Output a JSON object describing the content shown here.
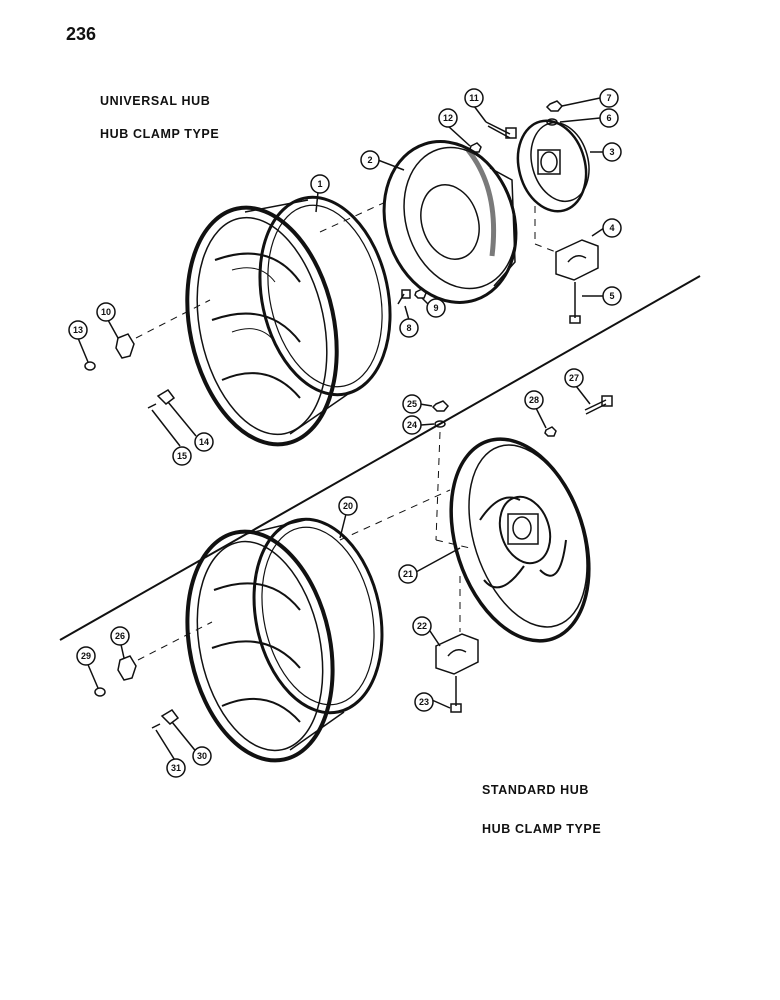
{
  "page_number": "236",
  "universal": {
    "title_line1": "UNIVERSAL HUB",
    "title_line2": "HUB CLAMP TYPE"
  },
  "standard": {
    "title_line1": "STANDARD HUB",
    "title_line2": "HUB CLAMP TYPE"
  },
  "callouts": {
    "c1": "1",
    "c2": "2",
    "c3": "3",
    "c4": "4",
    "c5": "5",
    "c6": "6",
    "c7": "7",
    "c8": "8",
    "c9": "9",
    "c10": "10",
    "c11": "11",
    "c12": "12",
    "c13": "13",
    "c14": "14",
    "c15": "15",
    "c20": "20",
    "c21": "21",
    "c22": "22",
    "c23": "23",
    "c24": "24",
    "c25": "25",
    "c26": "26",
    "c27": "27",
    "c28": "28",
    "c29": "29",
    "c30": "30",
    "c31": "31"
  }
}
